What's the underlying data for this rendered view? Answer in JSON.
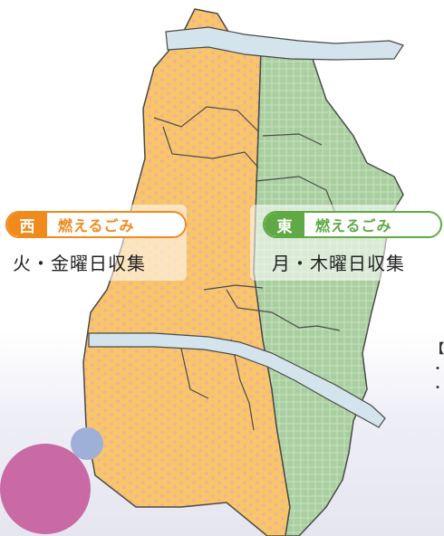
{
  "west": {
    "tag": "西",
    "kind": "燃えるごみ",
    "days": "火・金曜日収集"
  },
  "east": {
    "tag": "東",
    "kind": "燃えるごみ",
    "days": "月・木曜日収集"
  },
  "side_note": {
    "bracket": "【",
    "dot1": "・",
    "dot2": "・"
  },
  "colors": {
    "west_fill": "#f7c66b",
    "east_fill": "#a9cfa0",
    "river": "#d4e4ec",
    "boundary": "#4a4a4a",
    "west_accent": "#f08a1d",
    "east_accent": "#5faa44"
  }
}
